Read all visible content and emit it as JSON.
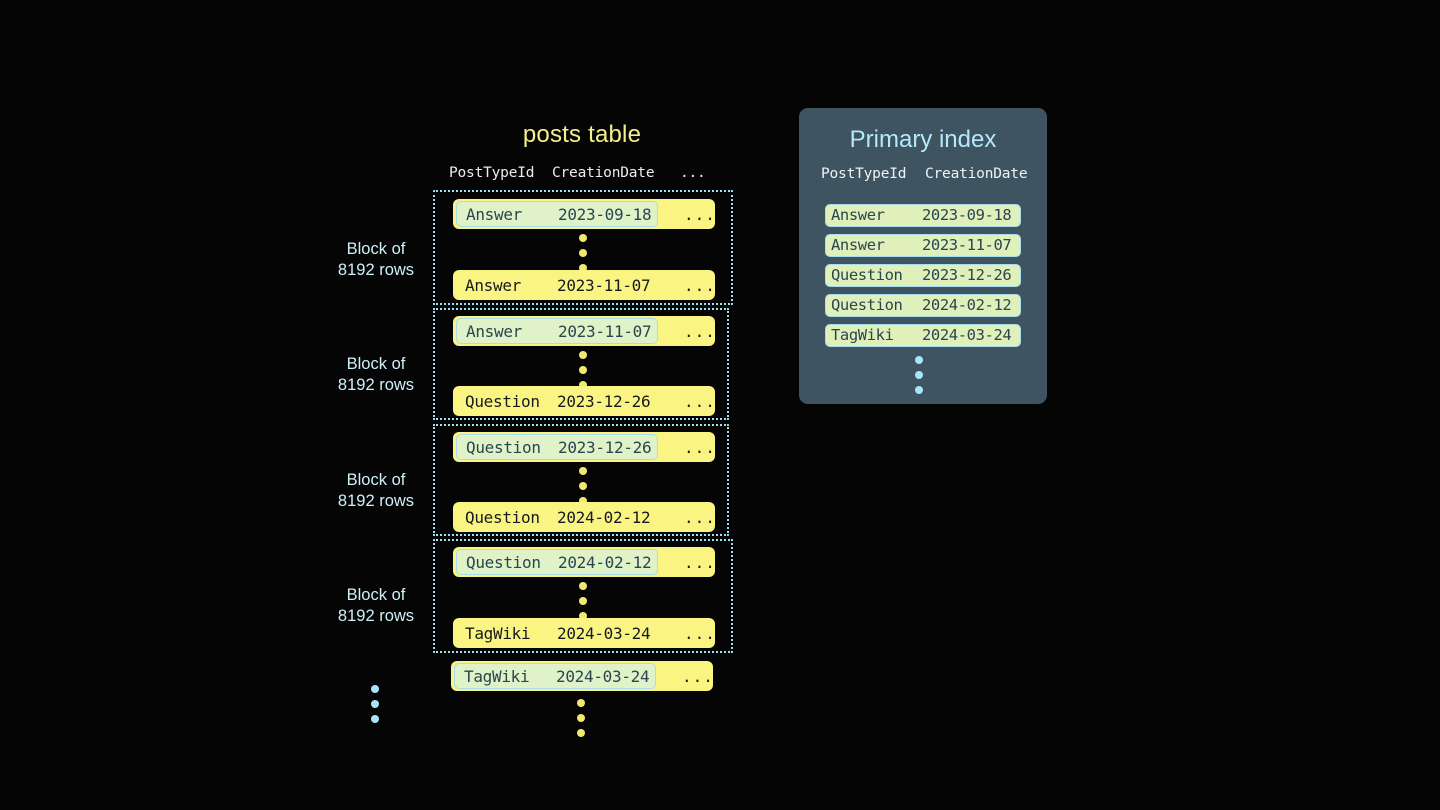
{
  "posts_table": {
    "title": "posts table",
    "columns": [
      "PostTypeId",
      "CreationDate",
      "..."
    ],
    "ellipsis_cell": "...",
    "blocks": [
      {
        "label_line1": "Block of",
        "label_line2": "8192 rows",
        "first_row": {
          "post_type_id": "Answer",
          "creation_date": "2023-09-18",
          "rest": "...",
          "highlighted": true
        },
        "last_row": {
          "post_type_id": "Answer",
          "creation_date": "2023-11-07",
          "rest": "...",
          "highlighted": false
        }
      },
      {
        "label_line1": "Block of",
        "label_line2": "8192 rows",
        "first_row": {
          "post_type_id": "Answer",
          "creation_date": "2023-11-07",
          "rest": "...",
          "highlighted": true
        },
        "last_row": {
          "post_type_id": "Question",
          "creation_date": "2023-12-26",
          "rest": "...",
          "highlighted": false
        }
      },
      {
        "label_line1": "Block of",
        "label_line2": "8192 rows",
        "first_row": {
          "post_type_id": "Question",
          "creation_date": "2023-12-26",
          "rest": "...",
          "highlighted": true
        },
        "last_row": {
          "post_type_id": "Question",
          "creation_date": "2024-02-12",
          "rest": "...",
          "highlighted": false
        }
      },
      {
        "label_line1": "Block of",
        "label_line2": "8192 rows",
        "first_row": {
          "post_type_id": "Question",
          "creation_date": "2024-02-12",
          "rest": "...",
          "highlighted": true
        },
        "last_row": {
          "post_type_id": "TagWiki",
          "creation_date": "2024-03-24",
          "rest": "...",
          "highlighted": false
        }
      }
    ],
    "trailing_row": {
      "post_type_id": "TagWiki",
      "creation_date": "2024-03-24",
      "rest": "...",
      "highlighted": true
    }
  },
  "primary_index": {
    "title": "Primary index",
    "columns": [
      "PostTypeId",
      "CreationDate"
    ],
    "rows": [
      {
        "post_type_id": "Answer",
        "creation_date": "2023-09-18"
      },
      {
        "post_type_id": "Answer",
        "creation_date": "2023-11-07"
      },
      {
        "post_type_id": "Question",
        "creation_date": "2023-12-26"
      },
      {
        "post_type_id": "Question",
        "creation_date": "2024-02-12"
      },
      {
        "post_type_id": "TagWiki",
        "creation_date": "2024-03-24"
      }
    ]
  },
  "colors": {
    "background": "#050505",
    "table_title": "#f4f08a",
    "row_yellow": "#faf583",
    "row_highlight_fill": "#dff2c8",
    "row_highlight_border": "#a9dced",
    "block_border": "#9fe0f0",
    "block_label": "#cdf1f8",
    "index_panel": "#3e5460",
    "index_title": "#b5e8f8",
    "index_row_fill": "#dff0bb",
    "dot_yellow": "#f2ea70",
    "dot_blue": "#a8e6f7"
  }
}
